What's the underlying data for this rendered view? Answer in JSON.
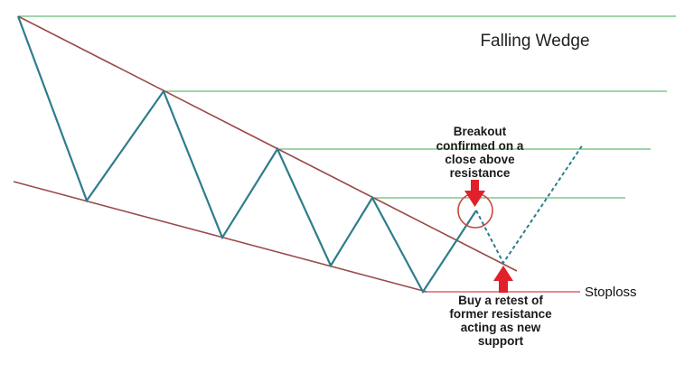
{
  "title": "Falling Wedge",
  "annotations": {
    "breakout": [
      "Breakout",
      "confirmed on a",
      "close above",
      "resistance"
    ],
    "buy_retest": [
      "Buy a retest of",
      "former resistance",
      "acting as new",
      "support"
    ],
    "stoploss": "Stoploss"
  },
  "colors": {
    "price_line": "#2e7d8c",
    "wedge_line": "#9a4a4a",
    "level_line": "#3fae52",
    "stoploss_line": "#d9434b",
    "arrow": "#e0202a",
    "circle": "#c9473f"
  },
  "icons": {
    "breakout_arrow": "arrow-down-icon",
    "buy_arrow": "arrow-up-icon",
    "breakout_circle": "circle-highlight-icon"
  }
}
